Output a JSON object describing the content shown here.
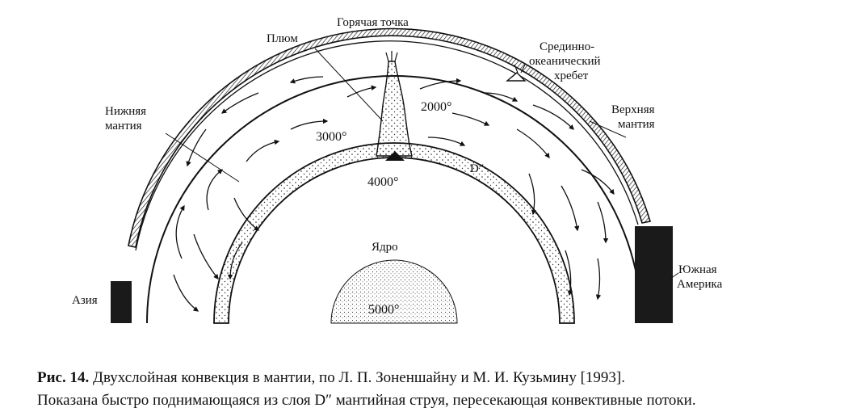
{
  "labels": {
    "hotspot": "Горячая точка",
    "plume": "Плюм",
    "ridge": [
      "Срединно-",
      "океанический",
      "хребет"
    ],
    "lower_mantle": [
      "Нижняя",
      "мантия"
    ],
    "upper_mantle": [
      "Верхняя",
      "мантия"
    ],
    "d_layer": "D″",
    "core": "Ядро",
    "asia": "Азия",
    "south_america": [
      "Южная",
      "Америка"
    ]
  },
  "temperatures": {
    "t2000": "2000°",
    "t3000": "3000°",
    "t4000": "4000°",
    "t5000": "5000°"
  },
  "caption": {
    "figure": "Рис. 14.",
    "line1": "Двухслойная конвекция в мантии, по Л. П. Зоненшайну и М. И. Кузьмину [1993].",
    "line2": "Показана быстро поднимающаяся из слоя D″ мантийная струя, пересекающая конвективные потоки."
  },
  "colors": {
    "ink": "#111111",
    "paper": "#ffffff",
    "continent": "#1a1a1a"
  }
}
